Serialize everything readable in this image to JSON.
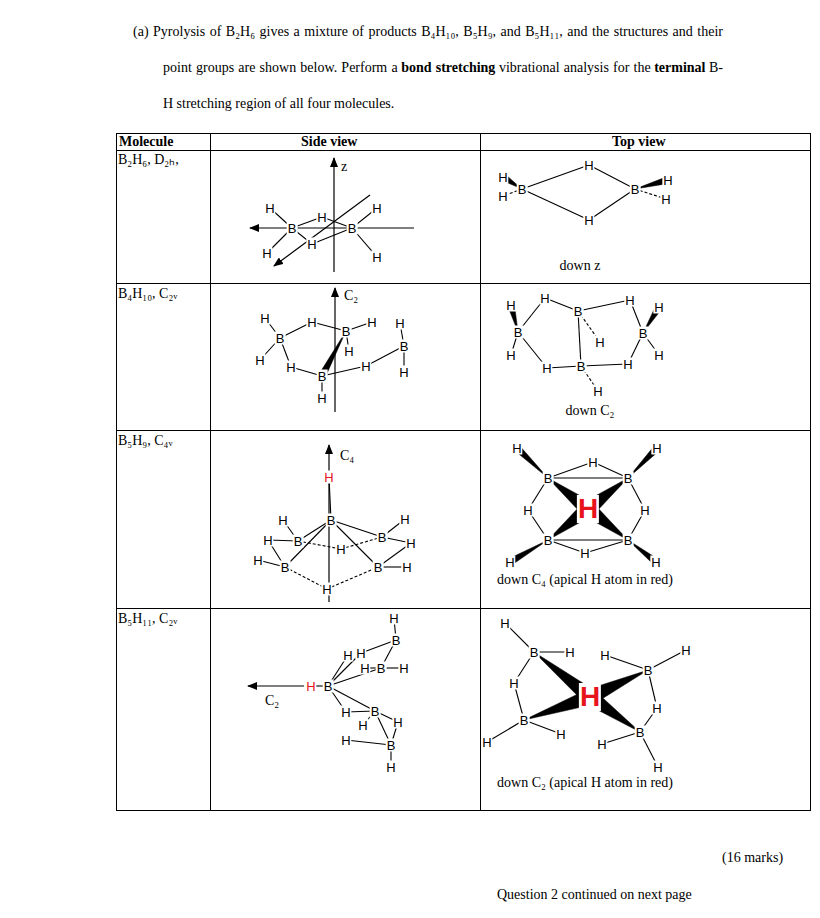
{
  "diagram": {
    "labels": [
      "(a) Pyrolysis of B₂H₆ gives a mixture of products B₄H₁₀, B₅H₉, and B₅H₁₁, and the structures and their point groups are shown below. Perform a",
      "bond stretching",
      "vibrational analysis for the",
      "terminal",
      "B-H stretching region of all four molecules.",
      "Molecule",
      "Side view",
      "Top view",
      "B₂H₆, D₂ₕ,",
      "z",
      "H",
      "H",
      "H",
      "B",
      "B",
      "H",
      "H",
      "H",
      "H",
      "H",
      "B",
      "B",
      "H",
      "H",
      "H",
      "H",
      "down z",
      "B₄H₁₀, C₂ᵥ",
      "C₂",
      "H",
      "H",
      "B",
      "H",
      "H",
      "B",
      "H",
      "B",
      "H",
      "H",
      "B",
      "H",
      "H",
      "H",
      "H",
      "B",
      "H",
      "H",
      "H",
      "B",
      "H",
      "B",
      "H",
      "H",
      "B",
      "H",
      "H",
      "H",
      "down C₂",
      "B₅H₉, C₄ᵥ",
      "C₄",
      "H",
      "B",
      "H",
      "H",
      "H",
      "B",
      "H",
      "B",
      "H",
      "H",
      "B",
      "B",
      "H",
      "H",
      "H",
      "H",
      "H",
      "B",
      "B",
      "H",
      "H",
      "H",
      "B",
      "B",
      "H",
      "H",
      "H",
      "down C₄ (apical H atom in red)",
      "B₅H₁₁, C₂ᵥ",
      "C₂",
      "H",
      "B",
      "H",
      "H",
      "H",
      "B",
      "H",
      "H",
      "B",
      "H",
      "B",
      "H",
      "H",
      "H",
      "B",
      "H",
      "H",
      "B",
      "H",
      "H",
      "H",
      "B",
      "H",
      "H",
      "H",
      "B",
      "B",
      "H",
      "H",
      "H",
      "H",
      "down C₂ (apical H atom in red)",
      "(16 marks)",
      "Question 2 continued on next page"
    ]
  }
}
